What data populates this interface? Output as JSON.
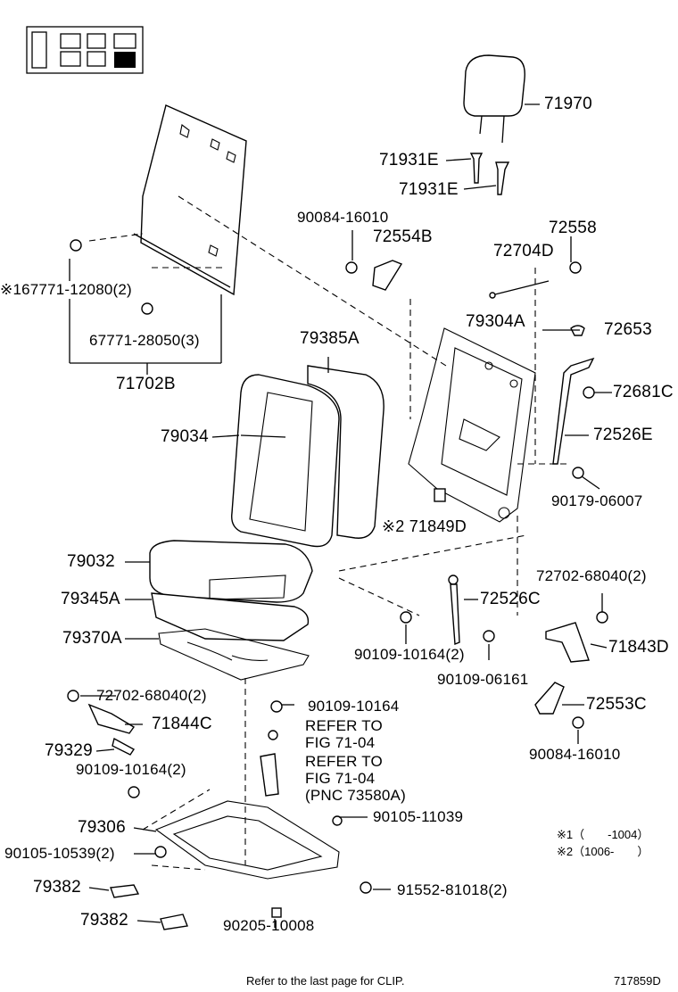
{
  "diagram_id": "717859D",
  "footer_note": "Refer to the last page for CLIP.",
  "legend": {
    "note1": "※1（　　-1004）",
    "note2": "※2（1006-　　）"
  },
  "parts": {
    "p71970": "71970",
    "p71931E_a": "71931E",
    "p71931E_b": "71931E",
    "p90084_16010_top": "90084-16010",
    "p72554B": "72554B",
    "p72558": "72558",
    "p72704D": "72704D",
    "p67771_12080": "※167771-12080(2)",
    "p67771_28050": "67771-28050(3)",
    "p71702B": "71702B",
    "p79385A": "79385A",
    "p79304A": "79304A",
    "p72653": "72653",
    "p72681C": "72681C",
    "p79034": "79034",
    "p72526E": "72526E",
    "p90179_06007": "90179-06007",
    "p71849D": "※2  71849D",
    "p79032": "79032",
    "p72702_68040_r": "72702-68040(2)",
    "p79345A": "79345A",
    "p72526C": "72526C",
    "p79370A": "79370A",
    "p71843D": "71843D",
    "p90109_10164_2a": "90109-10164(2)",
    "p90109_06161": "90109-06161",
    "p72702_68040_l": "72702-68040(2)",
    "p90109_10164": "90109-10164",
    "p72553C": "72553C",
    "p71844C": "71844C",
    "p_refer1_a": "REFER TO",
    "p_refer1_b": "FIG 71-04",
    "p90084_16010_bot": "90084-16010",
    "p79329": "79329",
    "p90109_10164_2b": "90109-10164(2)",
    "p_refer2_a": "REFER TO",
    "p_refer2_b": "FIG 71-04",
    "p_refer2_c": "(PNC 73580A)",
    "p79306": "79306",
    "p90105_11039": "90105-11039",
    "p90105_10539": "90105-10539(2)",
    "p79382_a": "79382",
    "p91552_81018": "91552-81018(2)",
    "p79382_b": "79382",
    "p90205_10008": "90205-10008"
  }
}
